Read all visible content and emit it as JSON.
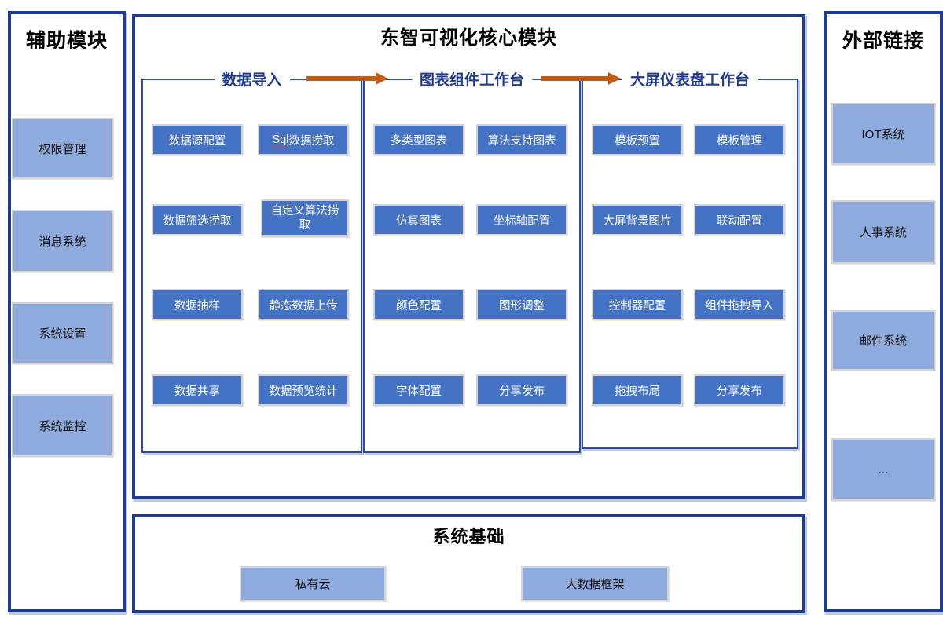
{
  "left_panel": {
    "title": "辅助模块",
    "items": [
      "权限管理",
      "消息系统",
      "系统设置",
      "系统监控"
    ]
  },
  "center_panel": {
    "title": "东智可视化核心模块",
    "groups": [
      {
        "title": "数据导入",
        "buttons": [
          "数据源配置",
          "Sql数据捞取",
          "数据筛选捞取",
          "自定义算法捞取",
          "数据抽样",
          "静态数据上传",
          "数据共享",
          "数据预览统计"
        ]
      },
      {
        "title": "图表组件工作台",
        "buttons": [
          "多类型图表",
          "算法支持图表",
          "仿真图表",
          "坐标轴配置",
          "颜色配置",
          "图形调整",
          "字体配置",
          "分享发布"
        ]
      },
      {
        "title": "大屏仪表盘工作台",
        "buttons": [
          "模板预置",
          "模板管理",
          "大屏背景图片",
          "联动配置",
          "控制器配置",
          "组件拖拽导入",
          "拖拽布局",
          "分享发布"
        ]
      }
    ]
  },
  "bottom_panel": {
    "title": "系统基础",
    "items": [
      "私有云",
      "大数据框架"
    ]
  },
  "right_panel": {
    "title": "外部链接",
    "items": [
      "IOT系统",
      "人事系统",
      "邮件系统",
      "..."
    ]
  },
  "colors": {
    "panel_border": "#1F3A8F",
    "group_border": "#2E4B9E",
    "group_title_text": "#1F3A93",
    "button_fill": "#4472C4",
    "button_border": "#D6D4D2",
    "light_box_fill": "#8FAADC",
    "light_box_border": "#D4D4D4",
    "arrow": "#C55A11",
    "spellcheck_squiggle": "#E03C3C"
  }
}
